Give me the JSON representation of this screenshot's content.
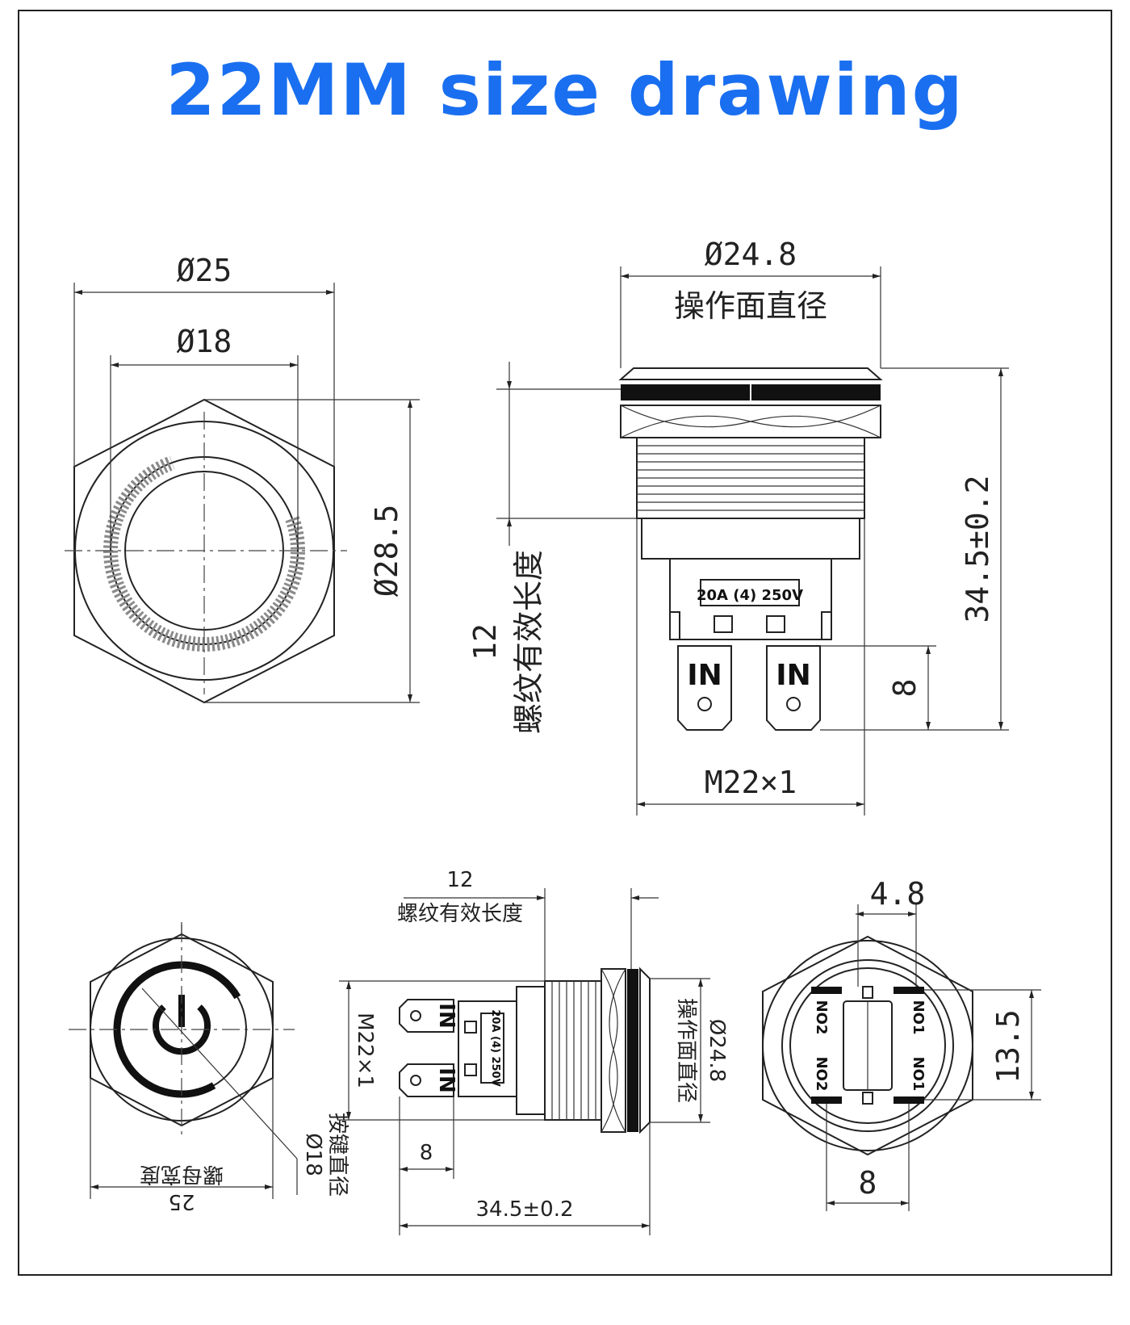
{
  "title": "22MM size drawing",
  "dims": {
    "d25": "Ø25",
    "d18": "Ø18",
    "d28_5": "Ø28.5",
    "d24_8": "Ø24.8",
    "face_dia_cn": "操作面直径",
    "thread_len": "12",
    "thread_len_cn": "螺纹有效长度",
    "total_len": "34.5±0.2",
    "term_len": "8",
    "thread": "M22×1",
    "bottom_thread": "M22×1",
    "bottom_thread_len": "12",
    "bottom_thread_len_cn": "螺纹有效长度",
    "bottom_d24_8": "Ø24.8",
    "bottom_face_cn": "操作面直径",
    "bottom_term": "8",
    "bottom_total": "34.5±0.2",
    "btn_d18": "Ø18",
    "btn_dia_cn": "按键直径",
    "nut_25": "25",
    "nut_cn": "螺母宽度",
    "pin_w": "4.8",
    "pin_h": "13.5",
    "pin_spacing": "8"
  },
  "labels": {
    "rating": "20A (4) 250V",
    "rating_small": "20A (4) 250V",
    "in1": "IN",
    "in2": "IN",
    "in3": "IN",
    "in4": "IN",
    "no1a": "NO1",
    "no1b": "NO1",
    "no2a": "NO2",
    "no2b": "NO2"
  },
  "colors": {
    "title": "#1a6ff0",
    "line": "#222222"
  }
}
